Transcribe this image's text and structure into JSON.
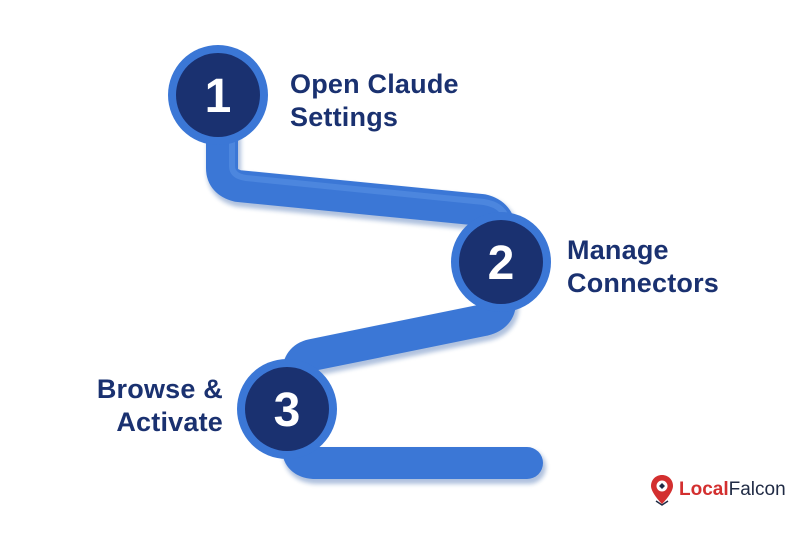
{
  "steps": [
    {
      "number": "1",
      "line1": "Open Claude",
      "line2": "Settings"
    },
    {
      "number": "2",
      "line1": "Manage",
      "line2": "Connectors"
    },
    {
      "number": "3",
      "line1": "Browse &",
      "line2": "Activate"
    }
  ],
  "brand": {
    "word1": "Local",
    "word2": "Falcon"
  },
  "colors": {
    "path": "#3b77d6",
    "path_shadow": "#2a5bb0",
    "circle_fill": "#1a3170",
    "circle_ring": "#3b77d6",
    "label": "#1a3170",
    "brand_red": "#d32f2f",
    "brand_dark": "#1f2a44"
  }
}
